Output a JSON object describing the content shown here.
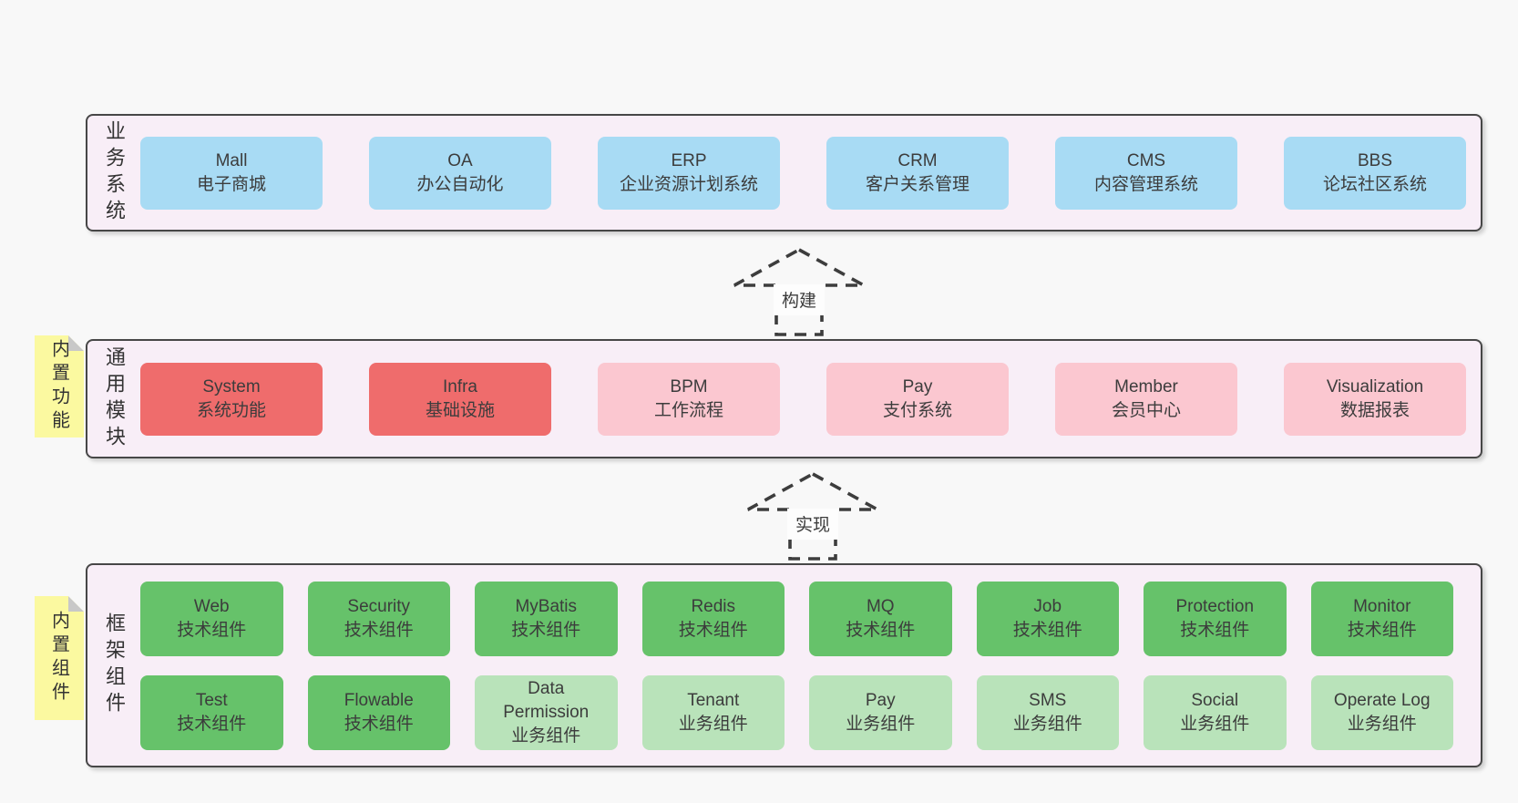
{
  "colors": {
    "page-bg": "#f8f8f8",
    "layer-bg": "#f8eef7",
    "layer-border": "#474747",
    "box-blue": "#a8dbf4",
    "box-red": "#ef6c6c",
    "box-pink": "#fbc7d0",
    "box-green": "#66c26a",
    "box-green-light": "#b9e3ba",
    "sticky-yellow": "#fbf9a0",
    "sticky-fold": "#c8c8c8",
    "text": "#3c3c3c",
    "arrow": "#3d3d3d",
    "arrow-label-bg": "#fdfdfd"
  },
  "diagram": {
    "layers": [
      {
        "id": "business-systems",
        "title": "业务系统",
        "sticky": null,
        "rows": [
          [
            {
              "en": "Mall",
              "zh": "电子商城",
              "variant": "blue"
            },
            {
              "en": "OA",
              "zh": "办公自动化",
              "variant": "blue"
            },
            {
              "en": "ERP",
              "zh": "企业资源计划系统",
              "variant": "blue"
            },
            {
              "en": "CRM",
              "zh": "客户关系管理",
              "variant": "blue"
            },
            {
              "en": "CMS",
              "zh": "内容管理系统",
              "variant": "blue"
            },
            {
              "en": "BBS",
              "zh": "论坛社区系统",
              "variant": "blue"
            }
          ]
        ]
      },
      {
        "id": "common-modules",
        "title": "通用模块",
        "sticky": "内置功能",
        "rows": [
          [
            {
              "en": "System",
              "zh": "系统功能",
              "variant": "red"
            },
            {
              "en": "Infra",
              "zh": "基础设施",
              "variant": "red"
            },
            {
              "en": "BPM",
              "zh": "工作流程",
              "variant": "pink"
            },
            {
              "en": "Pay",
              "zh": "支付系统",
              "variant": "pink"
            },
            {
              "en": "Member",
              "zh": "会员中心",
              "variant": "pink"
            },
            {
              "en": "Visualization",
              "zh": "数据报表",
              "variant": "pink"
            }
          ]
        ]
      },
      {
        "id": "framework-components",
        "title": "框架组件",
        "sticky": "内置组件",
        "rows": [
          [
            {
              "en": "Web",
              "zh": "技术组件",
              "variant": "green"
            },
            {
              "en": "Security",
              "zh": "技术组件",
              "variant": "green"
            },
            {
              "en": "MyBatis",
              "zh": "技术组件",
              "variant": "green"
            },
            {
              "en": "Redis",
              "zh": "技术组件",
              "variant": "green"
            },
            {
              "en": "MQ",
              "zh": "技术组件",
              "variant": "green"
            },
            {
              "en": "Job",
              "zh": "技术组件",
              "variant": "green"
            },
            {
              "en": "Protection",
              "zh": "技术组件",
              "variant": "green"
            },
            {
              "en": "Monitor",
              "zh": "技术组件",
              "variant": "green"
            }
          ],
          [
            {
              "en": "Test",
              "zh": "技术组件",
              "variant": "green"
            },
            {
              "en": "Flowable",
              "zh": "技术组件",
              "variant": "green"
            },
            {
              "en": "Data Permission",
              "zh": "业务组件",
              "variant": "green-light"
            },
            {
              "en": "Tenant",
              "zh": "业务组件",
              "variant": "green-light"
            },
            {
              "en": "Pay",
              "zh": "业务组件",
              "variant": "green-light"
            },
            {
              "en": "SMS",
              "zh": "业务组件",
              "variant": "green-light"
            },
            {
              "en": "Social",
              "zh": "业务组件",
              "variant": "green-light"
            },
            {
              "en": "Operate Log",
              "zh": "业务组件",
              "variant": "green-light"
            }
          ]
        ]
      }
    ],
    "arrows": [
      {
        "id": "build",
        "label": "构建"
      },
      {
        "id": "implement",
        "label": "实现"
      }
    ]
  }
}
